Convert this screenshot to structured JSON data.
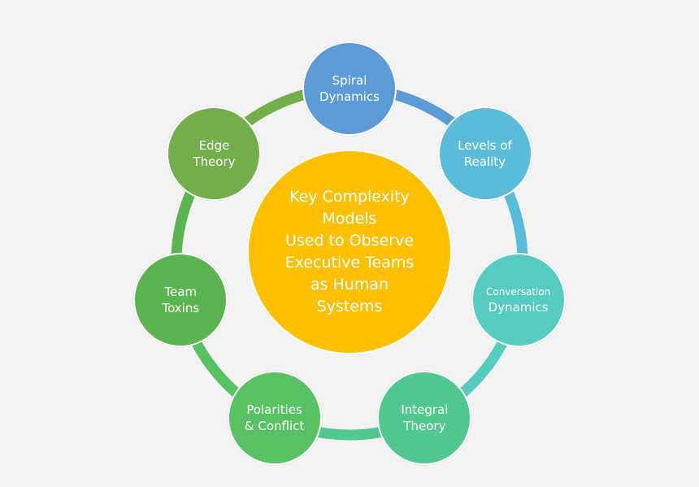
{
  "center": {
    "lines": [
      "Key Complexity",
      "Models",
      "Used to Observe",
      "Executive Teams",
      "as Human",
      "Systems"
    ],
    "color": "#fdc000"
  },
  "nodes": [
    {
      "id": "spiral-dynamics",
      "lines": [
        "Spiral",
        "Dynamics"
      ],
      "color": "#5c9bd8"
    },
    {
      "id": "levels-of-reality",
      "lines": [
        "Levels of",
        "Reality"
      ],
      "color": "#5abcd9"
    },
    {
      "id": "conversation-dynamics",
      "lines": [
        "Conversation",
        "Dynamics"
      ],
      "color": "#55ccbf"
    },
    {
      "id": "integral-theory",
      "lines": [
        "Integral",
        "Theory"
      ],
      "color": "#50c88f"
    },
    {
      "id": "polarities-conflict",
      "lines": [
        "Polarities",
        "& Conflict"
      ],
      "color": "#58c163"
    },
    {
      "id": "team-toxins",
      "lines": [
        "Team",
        "Toxins"
      ],
      "color": "#5ab44f"
    },
    {
      "id": "edge-theory",
      "lines": [
        "Edge",
        "Theory"
      ],
      "color": "#72ae49"
    }
  ],
  "ring_colors": [
    "#5b9bd8",
    "#5abcd9",
    "#55ccbf",
    "#50c88f",
    "#58c163",
    "#5ab44f",
    "#72ae49"
  ]
}
